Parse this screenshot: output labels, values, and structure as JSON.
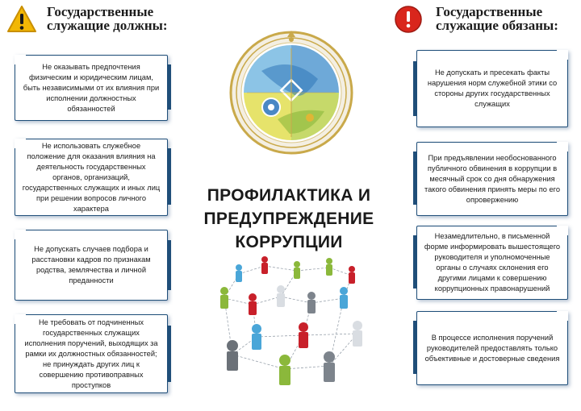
{
  "left_header": {
    "title_line1": "Государственные",
    "title_line2": "служащие должны:"
  },
  "right_header": {
    "title_line1": "Государственные",
    "title_line2": "служащие обязаны:"
  },
  "left_items": [
    "Не оказывать предпочтения физическим и юридическим лицам, быть независимыми от их влияния при исполнении должностных обязанностей",
    "Не использовать служебное положение для оказания влияния на деятельность государственных органов, организаций, государственных служащих и иных лиц при решении вопросов личного характера",
    "Не допускать случаев подбора и расстановки кадров по признакам родства, землячества и личной преданности",
    "Не требовать от подчиненных государственных служащих исполнения поручений, выходящих за рамки их должностных обязанностей; не принуждать других лиц к совершению противоправных проступков"
  ],
  "right_items": [
    "Не допускать и пресекать факты нарушения норм служебной этики со стороны других государственных служащих",
    "При предъявлении необоснованного публичного обвинения в коррупции в месячный срок со дня обнаружения такого обвинения принять меры по его опровержению",
    "Незамедлительно, в письменной форме информировать вышестоящего руководителя и уполномоченные органы о случаях склонения его другими лицами к совершению коррупционных правонарушений",
    "В процессе исполнения поручений руководителей предоставлять только объективные и достоверные сведения"
  ],
  "center": {
    "title_line1": "ПРОФИЛАКТИКА И",
    "title_line2": "ПРЕДУПРЕЖДЕНИЕ",
    "title_line3": "КОРРУПЦИИ"
  },
  "icons": {
    "left": "warning-triangle-icon",
    "right": "stop-circle-icon"
  },
  "colors": {
    "accent": "#1f4e79",
    "warning": "#f2b705",
    "stop": "#d9261c"
  }
}
